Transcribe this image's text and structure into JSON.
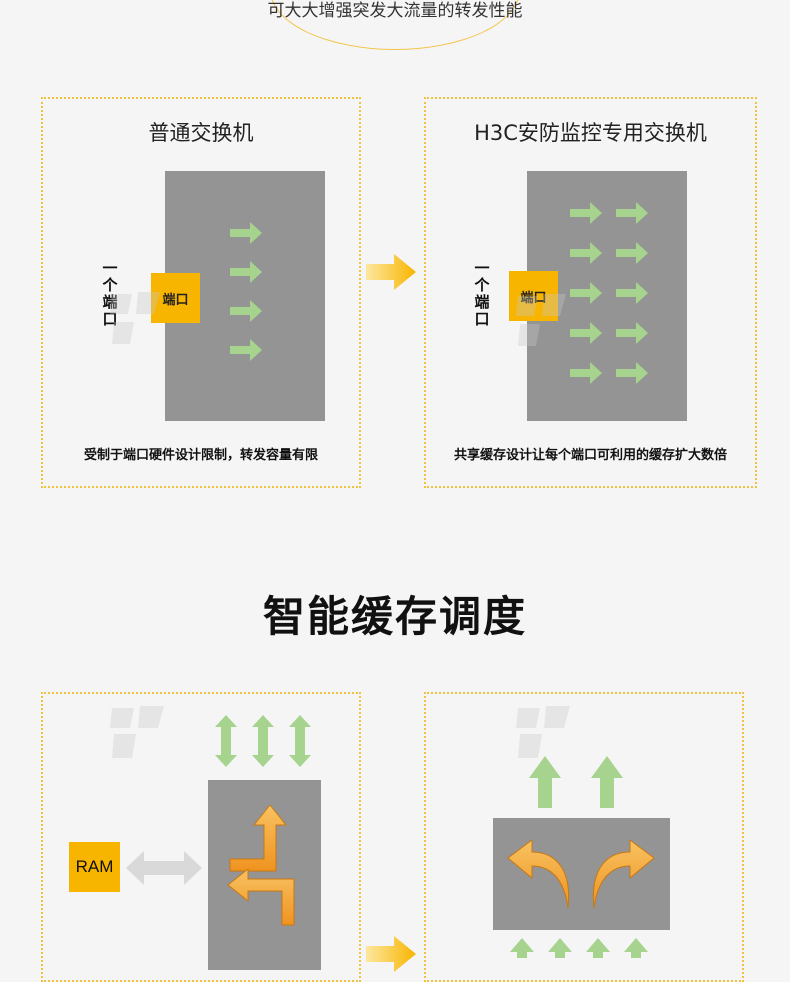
{
  "header": {
    "intro_line": "可大大增强突发大流量的转发性能"
  },
  "comparison": {
    "left": {
      "title": "普通交换机",
      "port_label": "端口",
      "vertical_label": "一个端口",
      "caption": "受制于端口硬件设计限制，转发容量有限"
    },
    "right": {
      "title": "H3C安防监控专用交换机",
      "port_label": "端口",
      "vertical_label": "一个端口",
      "caption": "共享缓存设计让每个端口可利用的缓存扩大数倍"
    }
  },
  "section": {
    "title": "智能缓存调度"
  },
  "scheduling": {
    "ram_label": "RAM"
  },
  "icons": {
    "flow_arrow": "right-arrow-icon",
    "next_step": "gold-chevron-arrow-icon",
    "bidirectional": "double-arrow-icon",
    "turn": "turn-arrow-icon",
    "curve": "curved-arrow-icon",
    "watermark": "brand-watermark-icon"
  },
  "colors": {
    "accent": "#f8b500",
    "panel_border": "#f1c23b",
    "green_arrow": "#a6d48f",
    "grey_block": "#949494",
    "orange_arrow": "#f3a536"
  }
}
